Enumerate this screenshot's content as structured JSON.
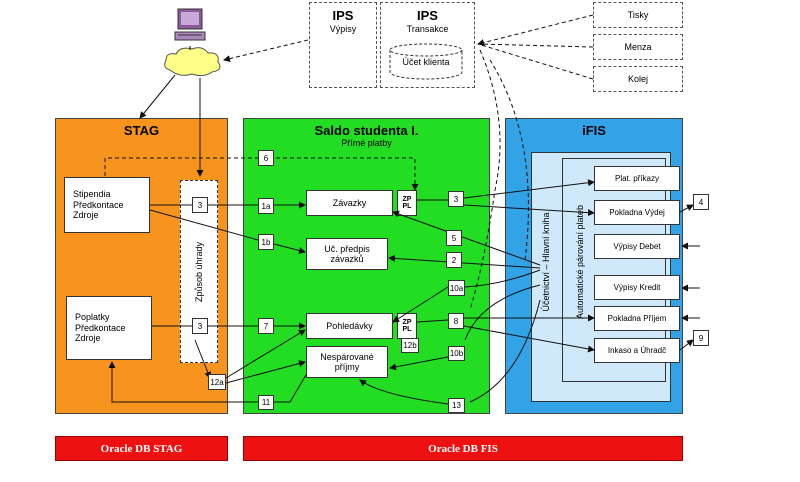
{
  "ips_vypisy": {
    "title": "IPS",
    "subtitle": "Výpisy"
  },
  "ips_transakce": {
    "title": "IPS",
    "subtitle": "Transakce",
    "inner": "Účet klienta"
  },
  "sources": [
    "Tisky",
    "Menza",
    "Kolej"
  ],
  "stag": {
    "title": "STAG",
    "box1_lines": [
      "Stipendia",
      "Předkontace",
      "Zdroje"
    ],
    "box2_lines": [
      "Poplatky",
      "Předkontace",
      "Zdroje"
    ],
    "zpusob_uhrady": "Způsob úhrady"
  },
  "saldo": {
    "title": "Saldo studenta I.",
    "subtitle": "Přímé platby",
    "zavazky": "Závazky",
    "predpis": [
      "Uč. předpis",
      "závazků"
    ],
    "pohledavky": "Pohledávky",
    "nesparovane": [
      "Nespárované",
      "příjmy"
    ],
    "zppl": [
      "ZP",
      "PL"
    ]
  },
  "ifis": {
    "title": "iFIS",
    "ucetni_kniha": "Účetnictví – Hlavní kniha",
    "automaticke_parovani": "Automatické párování plateb",
    "items": [
      "Plat. příkazy",
      "Pokladna Výdej",
      "Výpisy Debet",
      "Výpisy Kredit",
      "Pokladna Příjem",
      "Inkaso a Úhradč"
    ]
  },
  "numbers": {
    "n6": "6",
    "n3a": "3",
    "n1a": "1a",
    "n1b": "1b",
    "n3b": "3",
    "n7": "7",
    "n12a": "12a",
    "n11": "11",
    "n3c": "3",
    "n5": "5",
    "n2": "2",
    "n10a": "10a",
    "n8": "8",
    "n12b": "12b",
    "n10b": "10b",
    "n13": "13",
    "n4": "4",
    "n9": "9"
  },
  "footer": {
    "stag": "Oracle DB STAG",
    "fis": "Oracle DB FIS"
  },
  "colors": {
    "stag": "#f7941d",
    "saldo": "#22dd22",
    "ifis": "#33a3e8",
    "ifis_inner": "#cfe9fa",
    "footer": "#ee1111"
  }
}
